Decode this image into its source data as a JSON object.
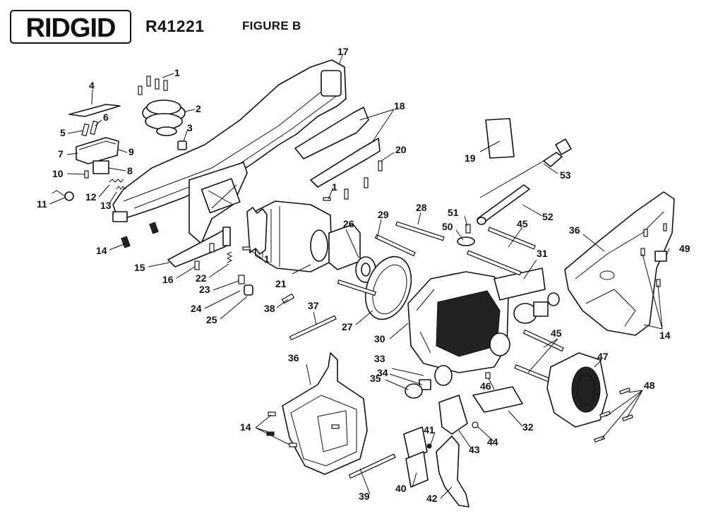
{
  "header": {
    "brand": "RIDGID",
    "model": "R41221",
    "figure": "FIGURE B"
  },
  "callouts": {
    "c1": "1",
    "c2": "2",
    "c3": "3",
    "c4": "4",
    "c5": "5",
    "c6": "6",
    "c7": "7",
    "c8": "8",
    "c9": "9",
    "c10": "10",
    "c11": "11",
    "c12": "12",
    "c13": "13",
    "c14": "14",
    "c15": "15",
    "c16": "16",
    "c17": "17",
    "c18": "18",
    "c19": "19",
    "c20": "20",
    "c21": "21",
    "c22": "22",
    "c23": "23",
    "c24": "24",
    "c25": "25",
    "c26": "26",
    "c27": "27",
    "c28": "28",
    "c29": "29",
    "c30": "30",
    "c31": "31",
    "c32": "32",
    "c33": "33",
    "c34": "34",
    "c35": "35",
    "c36": "36",
    "c37": "37",
    "c38": "38",
    "c39": "39",
    "c40": "40",
    "c41": "41",
    "c42": "42",
    "c43": "43",
    "c44": "44",
    "c45": "45",
    "c46": "46",
    "c47": "47",
    "c48": "48",
    "c49": "49",
    "c50": "50",
    "c51": "51",
    "c52": "52",
    "c53": "53"
  }
}
